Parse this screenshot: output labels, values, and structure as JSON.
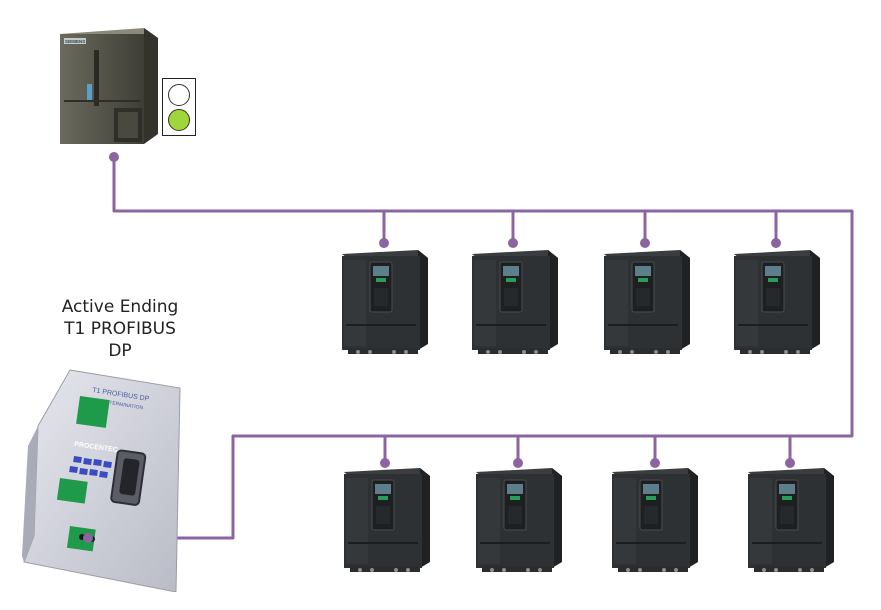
{
  "plc": {
    "brand": "SIEMENS"
  },
  "status_lights": {
    "top_color": "#ffffff",
    "bottom_color": "#9fd63a"
  },
  "terminator": {
    "caption": "Active Ending T1 PROFIBUS DP",
    "label_title": "T1 PROFIBUS DP",
    "label_subtitle": "ACTIVE TERMINATION",
    "brand": "PROCENTEC"
  },
  "bus": {
    "color": "#8b64a0"
  },
  "drives_row1": [
    {},
    {},
    {},
    {}
  ],
  "drives_row2": [
    {},
    {},
    {},
    {}
  ]
}
